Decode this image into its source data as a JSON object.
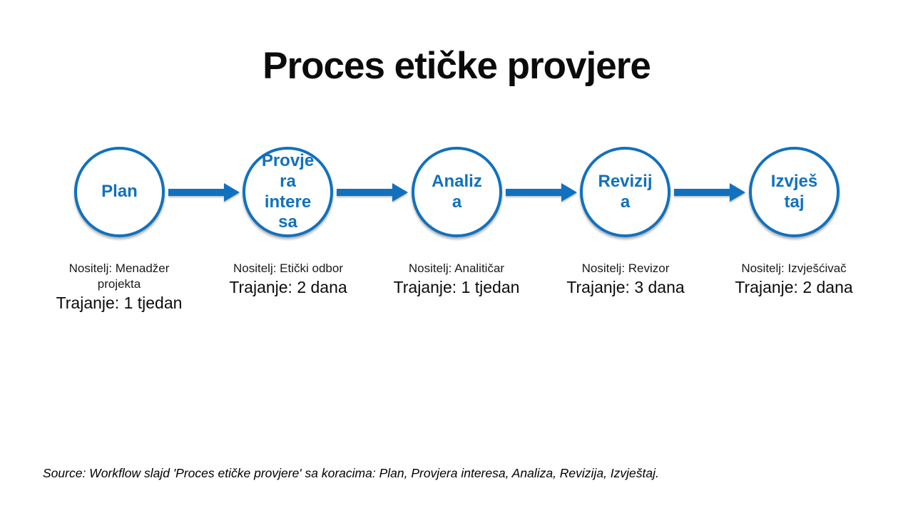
{
  "slide": {
    "title": "Proces etičke provjere",
    "source_note": "Source: Workflow slajd 'Proces etičke provjere' sa koracima: Plan, Provjera interesa, Analiza, Revizija, Izvještaj."
  },
  "colors": {
    "accent_blue": "#1171be",
    "title_black": "#0b0b0b",
    "background": "#ffffff"
  },
  "workflow": {
    "steps": [
      {
        "name": "Plan",
        "display": "Plan",
        "owner": "Nositelj: Menadžer projekta",
        "duration": "Trajanje: 1 tjedan"
      },
      {
        "name": "Provjera interesa",
        "display": "Provje\nra\nintere\nsa",
        "owner": "Nositelj: Etički odbor",
        "duration": "Trajanje: 2 dana"
      },
      {
        "name": "Analiza",
        "display": "Analiz\na",
        "owner": "Nositelj: Analitičar",
        "duration": "Trajanje: 1 tjedan"
      },
      {
        "name": "Revizija",
        "display": "Revizij\na",
        "owner": "Nositelj: Revizor",
        "duration": "Trajanje: 3 dana"
      },
      {
        "name": "Izvještaj",
        "display": "Izvješ\ntaj",
        "owner": "Nositelj: Izvješćivač",
        "duration": "Trajanje: 2 dana"
      }
    ]
  }
}
